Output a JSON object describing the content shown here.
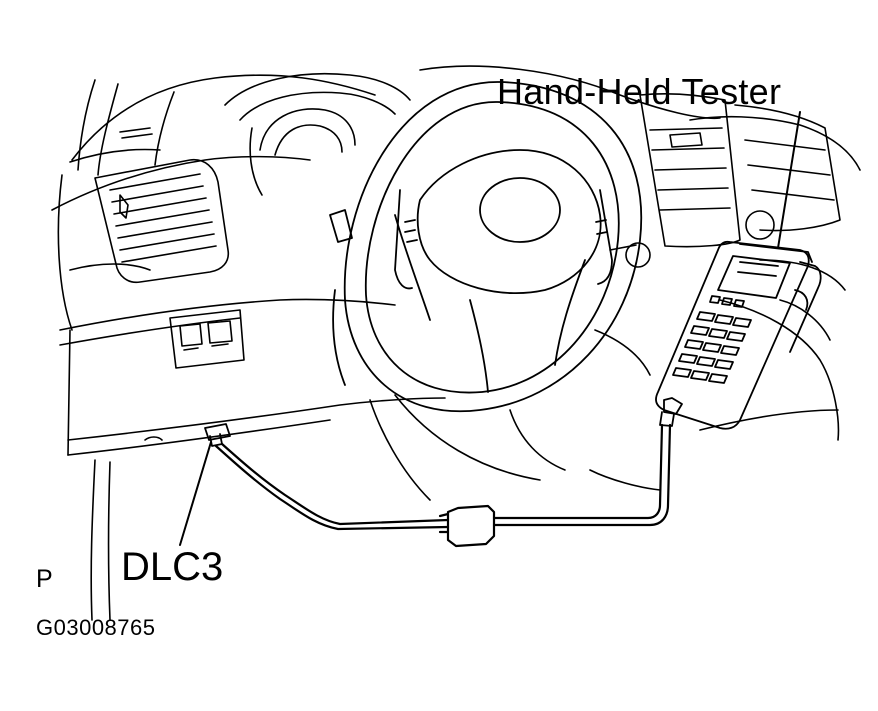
{
  "labels": {
    "tester": "Hand-Held  Tester",
    "dlc": "DLC3",
    "view_code": "P",
    "figure_id": "G03008765"
  },
  "colors": {
    "line": "#000000",
    "background": "#ffffff"
  }
}
